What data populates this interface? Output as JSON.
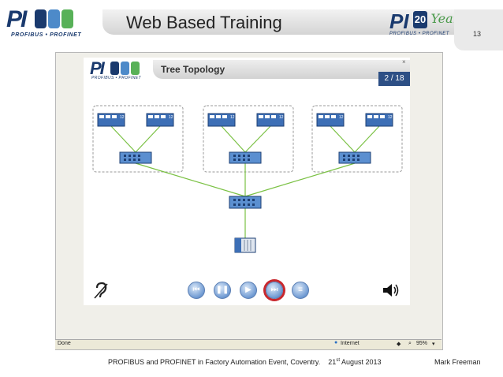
{
  "header": {
    "logo_letters": "PI",
    "logo_tagline": "PROFIBUS • PROFINET",
    "title": "Web Based Training",
    "anniv_number": "20",
    "anniv_word": "Years",
    "anniv_tagline": "PROFIBUS • PROFINET",
    "slide_number": "13"
  },
  "module": {
    "logo_letters": "PI",
    "logo_tagline": "PROFIBUS • PROFINET",
    "title": "Tree Topology",
    "progress": "2 / 18",
    "close": "×"
  },
  "diagram": {
    "line_color": "#7ac143",
    "device_color": "#3d6fb6",
    "group_count": 3,
    "device_label": "12"
  },
  "controls": {
    "icons": [
      "hearing-icon",
      "skip-back-icon",
      "pause-icon",
      "play-icon",
      "skip-forward-icon",
      "menu-icon",
      "speaker-icon"
    ]
  },
  "statusbar": {
    "left": "Done",
    "zone": "Internet",
    "zoom": "95%"
  },
  "footer": {
    "event": "PROFIBUS and PROFINET in Factory Automation Event, Coventry.",
    "date_prefix": "21",
    "date_sup": "st",
    "date_suffix": " August 2013",
    "author": "Mark Freeman"
  },
  "colors": {
    "brand_blue": "#1a3a6e",
    "badge_blue": "#2d4f85",
    "accent_red": "#c8272d"
  }
}
